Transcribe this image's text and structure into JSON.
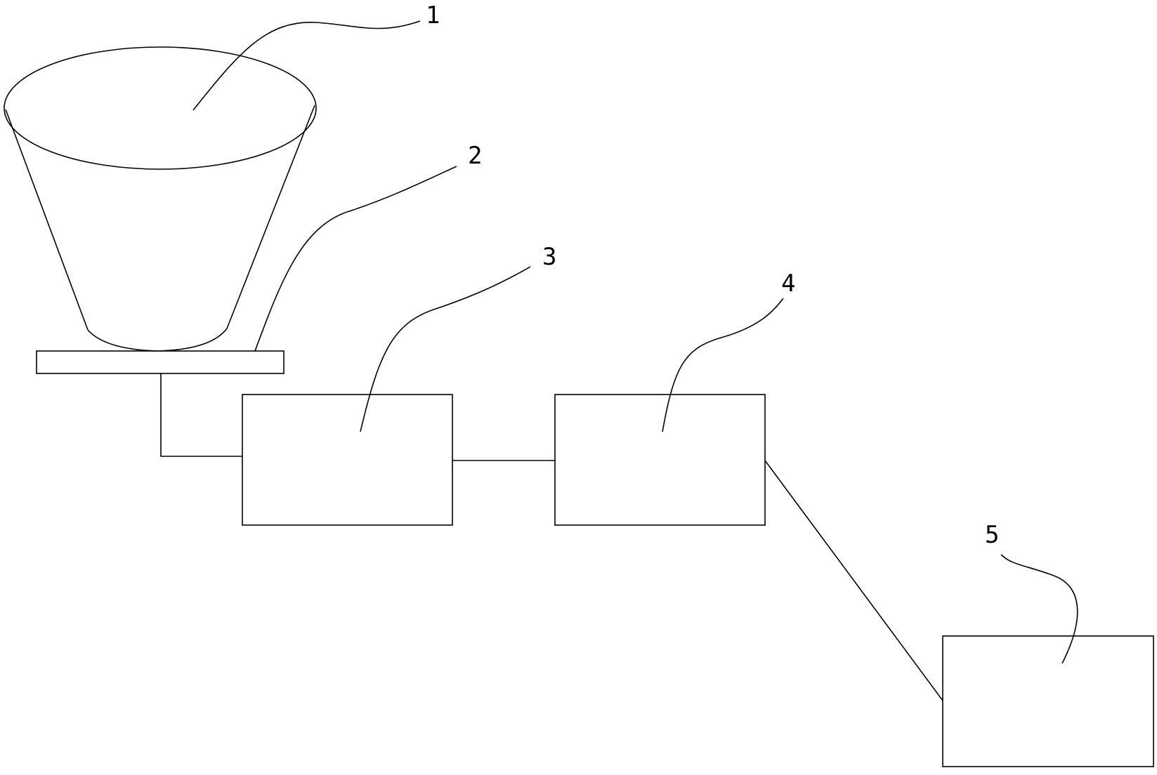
{
  "diagram": {
    "labels": {
      "hopper": "1",
      "base_plate": "2",
      "unit_3": "3",
      "unit_4": "4",
      "unit_5": "5"
    },
    "colors": {
      "line": "#000000",
      "background": "#ffffff"
    }
  }
}
